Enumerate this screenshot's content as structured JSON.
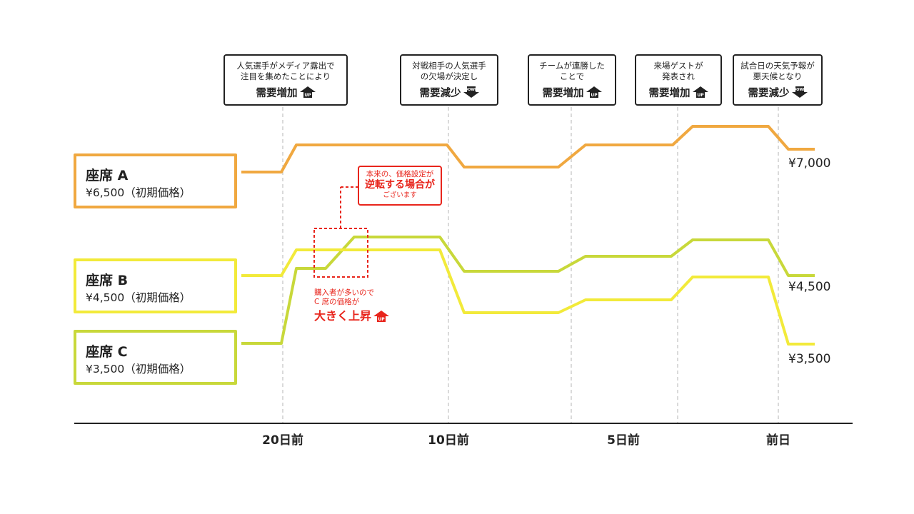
{
  "chart_data": {
    "type": "line",
    "categories": [
      "20日前",
      "10日前",
      "5日前",
      "前日"
    ],
    "series": [
      {
        "name": "座席 A",
        "initial_label": "¥6,500（初期価格）",
        "final_label": "¥7,000",
        "color": "#f0a840"
      },
      {
        "name": "座席 B",
        "initial_label": "¥4,500（初期価格）",
        "final_label": "¥4,500",
        "color": "#c8d83a"
      },
      {
        "name": "座席 C",
        "initial_label": "¥3,500（初期価格）",
        "final_label": "¥3,500",
        "color": "#f2ea3a"
      }
    ],
    "events": [
      {
        "lines": [
          "人気選手がメディア露出で",
          "注目を集めたことにより"
        ],
        "effect": "需要増加",
        "badge": "UP",
        "direction": "up"
      },
      {
        "lines": [
          "対戦相手の人気選手",
          "の欠場が決定し"
        ],
        "effect": "需要減少",
        "badge": "DOWN",
        "direction": "down"
      },
      {
        "lines": [
          "チームが連勝した",
          "ことで"
        ],
        "effect": "需要増加",
        "badge": "UP",
        "direction": "up"
      },
      {
        "lines": [
          "来場ゲストが",
          "発表され"
        ],
        "effect": "需要増加",
        "badge": "UP",
        "direction": "up"
      },
      {
        "lines": [
          "試合日の天気予報が",
          "悪天候となり"
        ],
        "effect": "需要減少",
        "badge": "DOWN",
        "direction": "down"
      }
    ],
    "callout": {
      "line1": "本来の、価格設定が",
      "line2": "逆転する場合が",
      "line3": "ございます"
    },
    "note": {
      "line1": "購入者が多いので",
      "line2": "C 席の価格が",
      "line3": "大きく上昇",
      "badge": "UP"
    },
    "grid": true
  },
  "colors": {
    "seat_a": "#f0a840",
    "seat_b": "#c8d83a",
    "seat_c": "#f2ea3a",
    "accent_red": "#e8251c",
    "ink": "#222222"
  }
}
